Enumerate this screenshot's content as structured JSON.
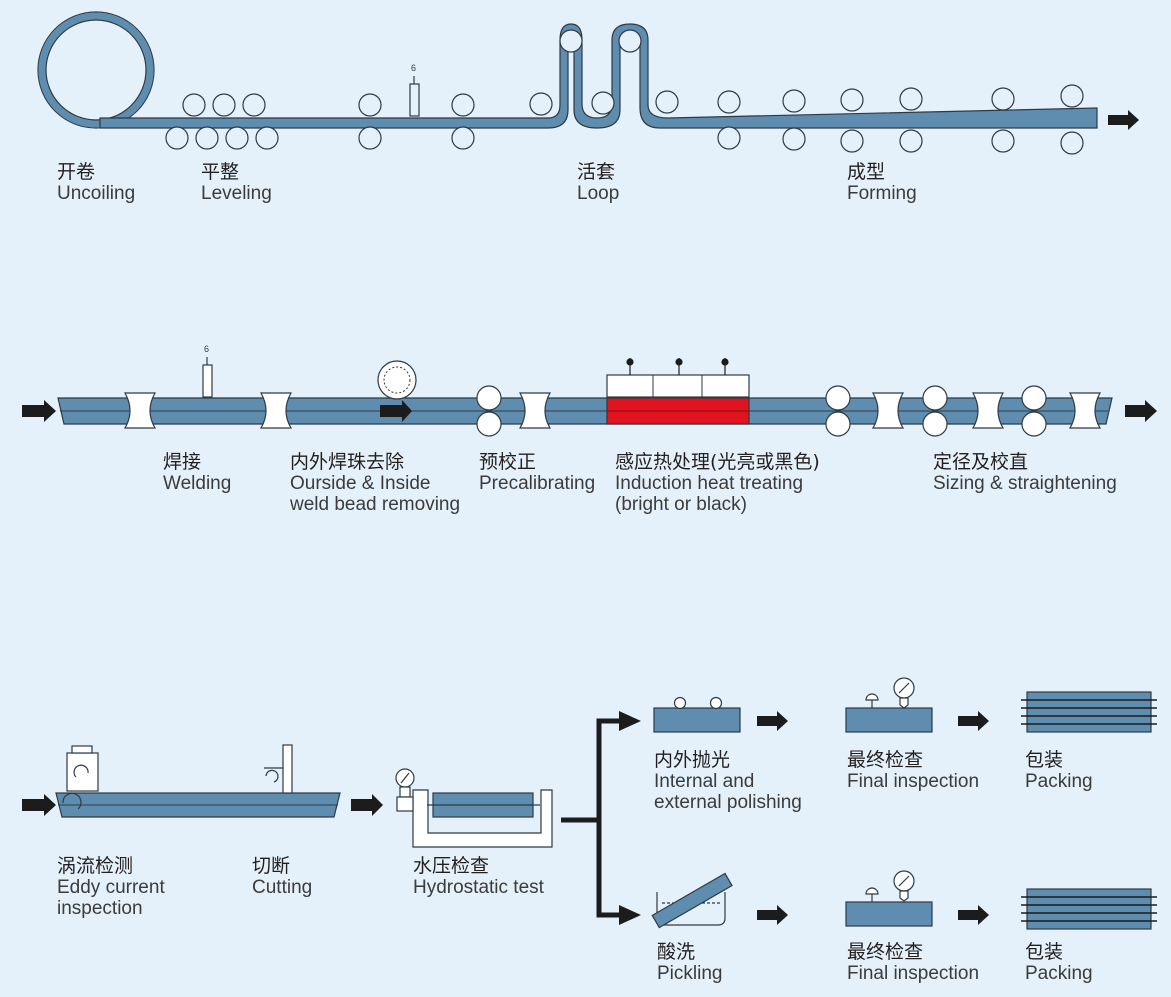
{
  "row1": {
    "uncoiling": {
      "zh": "开卷",
      "en": "Uncoiling"
    },
    "leveling": {
      "zh": "平整",
      "en": "Leveling"
    },
    "loop": {
      "zh": "活套",
      "en": "Loop"
    },
    "forming": {
      "zh": "成型",
      "en": "Forming"
    }
  },
  "row2": {
    "welding": {
      "zh": "焊接",
      "en": "Welding"
    },
    "bead": {
      "zh": "内外焊珠去除",
      "en1": "Ourside & Inside",
      "en2": "weld bead removing"
    },
    "precal": {
      "zh": "预校正",
      "en": "Precalibrating"
    },
    "induction": {
      "zh": "感应热处理(光亮或黑色)",
      "en1": "Induction heat treating",
      "en2": "(bright or black)"
    },
    "sizing": {
      "zh": "定径及校直",
      "en": "Sizing & straightening"
    }
  },
  "row3": {
    "eddy": {
      "zh": "涡流检测",
      "en1": "Eddy current",
      "en2": "inspection"
    },
    "cutting": {
      "zh": "切断",
      "en": "Cutting"
    },
    "hydro": {
      "zh": "水压检查",
      "en": "Hydrostatic test"
    },
    "polishing": {
      "zh": "内外抛光",
      "en1": "Internal and",
      "en2": "external polishing"
    },
    "pickling": {
      "zh": "酸洗",
      "en": "Pickling"
    },
    "final_top": {
      "zh": "最终检查",
      "en": "Final inspection"
    },
    "final_bottom": {
      "zh": "最终检查",
      "en": "Final inspection"
    },
    "packing_top": {
      "zh": "包装",
      "en": "Packing"
    },
    "packing_bottom": {
      "zh": "包装",
      "en": "Packing"
    }
  },
  "colors": {
    "background": "#e4f1fb",
    "pipe": "#5f8db0",
    "heat": "#e0141e",
    "arrow": "#1c1c1c",
    "line": "#2b2b2b"
  }
}
